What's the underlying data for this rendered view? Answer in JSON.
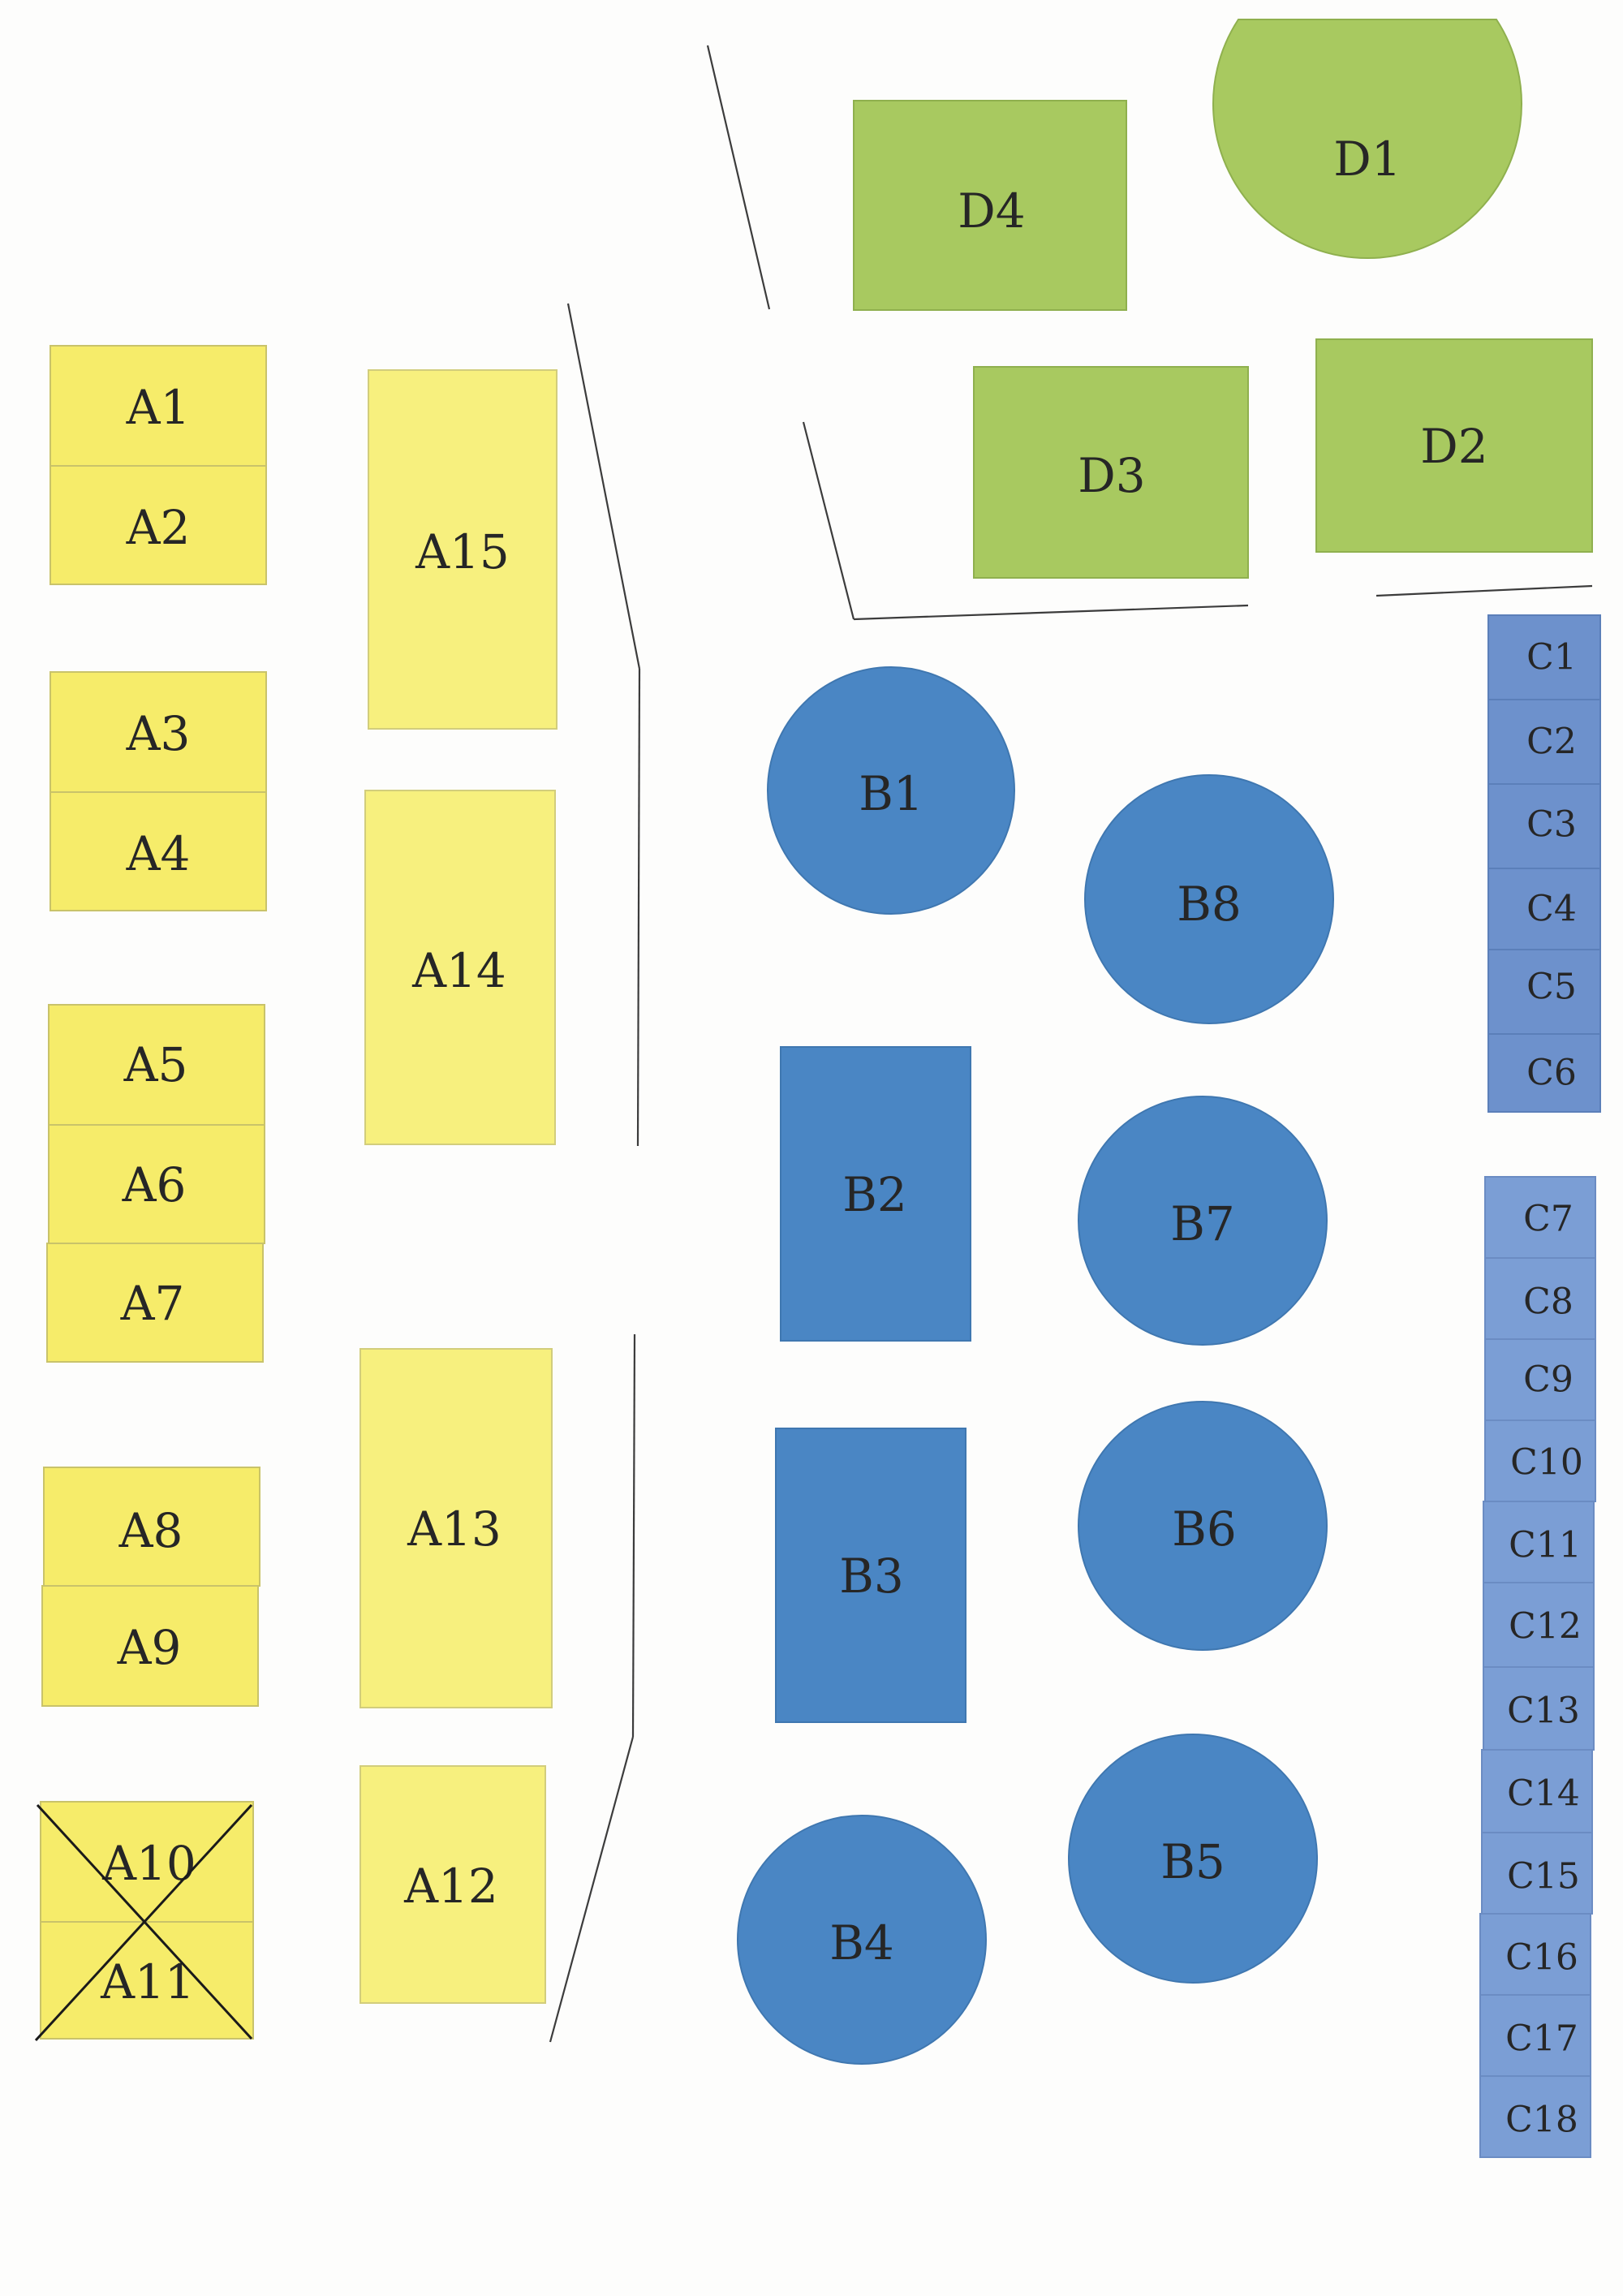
{
  "labels": {
    "a1": "A1",
    "a2": "A2",
    "a3": "A3",
    "a4": "A4",
    "a5": "A5",
    "a6": "A6",
    "a7": "A7",
    "a8": "A8",
    "a9": "A9",
    "a10": "A10",
    "a11": "A11",
    "a12": "A12",
    "a13": "A13",
    "a14": "A14",
    "a15": "A15",
    "b1": "B1",
    "b2": "B2",
    "b3": "B3",
    "b4": "B4",
    "b5": "B5",
    "b6": "B6",
    "b7": "B7",
    "b8": "B8",
    "c1": "C1",
    "c2": "C2",
    "c3": "C3",
    "c4": "C4",
    "c5": "C5",
    "c6": "C6",
    "c7": "C7",
    "c8": "C8",
    "c9": "C9",
    "c10": "C10",
    "c11": "C11",
    "c12": "C12",
    "c13": "C13",
    "c14": "C14",
    "c15": "C15",
    "c16": "C16",
    "c17": "C17",
    "c18": "C18",
    "d1": "D1",
    "d2": "D2",
    "d3": "D3",
    "d4": "D4"
  },
  "colors": {
    "zone_a": "#f6ec6a",
    "zone_b": "#4a86c4",
    "zone_c": "#6d91cc",
    "zone_d": "#a8c960",
    "cross_mark": "#1a1a1a"
  }
}
